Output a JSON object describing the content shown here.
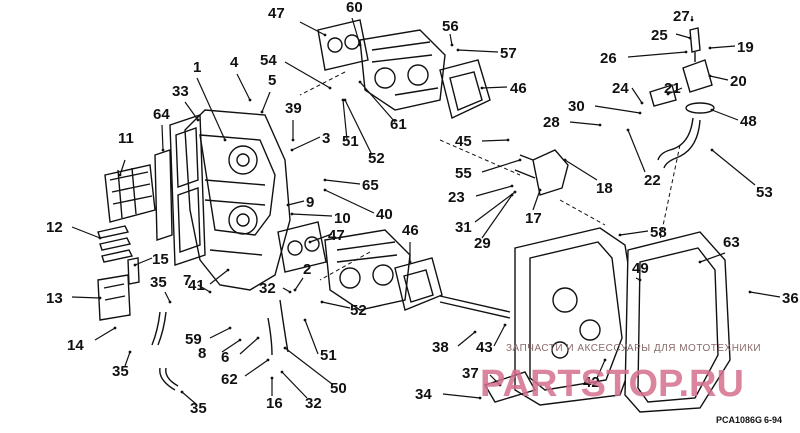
{
  "diagram": {
    "callouts": [
      "47",
      "60",
      "56",
      "57",
      "27",
      "25",
      "26",
      "19",
      "20",
      "1",
      "4",
      "54",
      "33",
      "5",
      "39",
      "64",
      "3",
      "51",
      "52",
      "61",
      "46",
      "24",
      "21",
      "30",
      "48",
      "28",
      "45",
      "55",
      "22",
      "53",
      "23",
      "18",
      "31",
      "17",
      "29",
      "65",
      "11",
      "40",
      "9",
      "10",
      "12",
      "15",
      "47",
      "46",
      "58",
      "63",
      "13",
      "7",
      "35",
      "41",
      "2",
      "32",
      "52",
      "49",
      "36",
      "14",
      "59",
      "8",
      "6",
      "51",
      "38",
      "43",
      "35",
      "62",
      "50",
      "37",
      "42",
      "34",
      "16",
      "32",
      "35"
    ],
    "watermark_line": "ЗАПЧАСТИ И АКСЕССУАРЫ ДЛЯ МОТОТЕХНИКИ",
    "watermark_brand": "PARTSTOP.RU",
    "figure_code": "PCA1086G",
    "figure_date": "6-94"
  }
}
